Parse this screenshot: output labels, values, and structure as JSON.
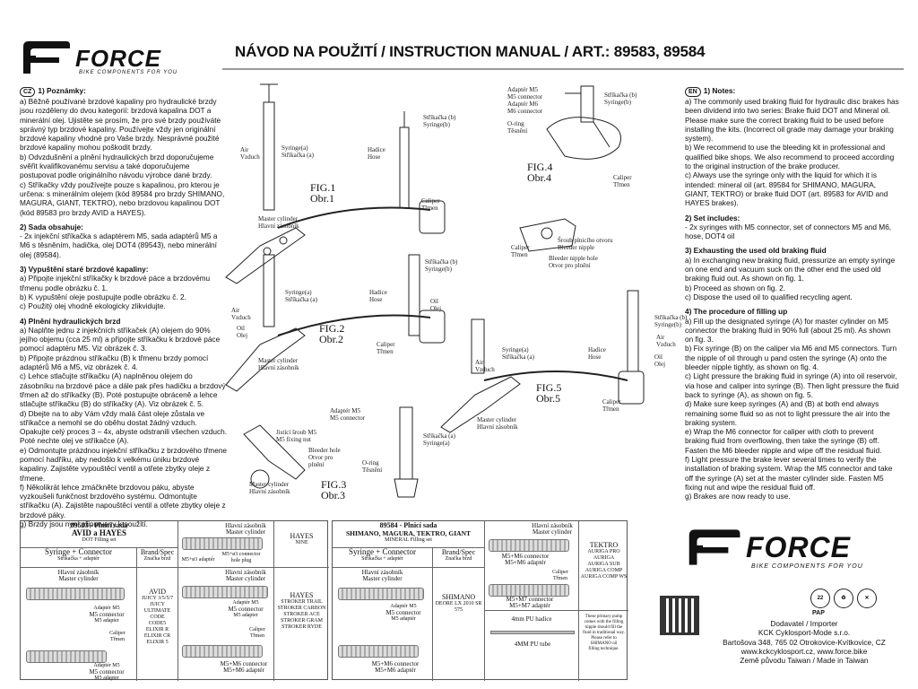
{
  "header": {
    "brand": "FORCE",
    "tagline": "BIKE COMPONENTS FOR YOU",
    "title": "NÁVOD NA POUŽITÍ / INSTRUCTION MANUAL / ART.: 89583, 89584"
  },
  "cz": {
    "lang": "CZ",
    "notes_title": "1) Poznámky:",
    "notes": [
      "a) Běžně používané brzdové kapaliny pro hydraulické brzdy jsou rozděleny do dvou kategorií: brzdová kapalina DOT a minerální olej. Ujistěte se prosím, že pro své brzdy používáte správný typ brzdové kapaliny. Používejte vždy jen originální brzdové kapaliny vhodné pro Vaše brzdy. Nesprávné použité brzdové kapaliny mohou poškodit brzdy.",
      "b) Odvzdušnění a plnění hydraulických brzd doporučujeme svěřit kvalifikovanému servisu a také doporučujeme postupovat podle originálního návodu výrobce dané brzdy.",
      "c) Stříkačky vždy používejte pouze s kapalinou, pro kterou je určena: s minerálním olejem (kód 89584 pro brzdy SHIMANO, MAGURA, GIANT, TEKTRO), nebo brzdovou kapalinou DOT (kód 89583 pro brzdy AVID a HAYES)."
    ],
    "set_title": "2) Sada obsahuje:",
    "set": [
      "- 2x injekční stříkačka s adaptérem M5, sada adaptérů M5 a M6 s těsněním, hadička, olej DOT4 (89543), nebo minerální olej (89584)."
    ],
    "drain_title": "3) Vypuštění staré brzdové kapaliny:",
    "drain": [
      "a) Připojte injekční stříkačky k brzdové páce a brzdovému třmenu podle obrázku č. 1.",
      "b) K vypuštění oleje postupujte podle obrázku č. 2.",
      "c) Použitý olej vhodně ekologicky zlikvidujte."
    ],
    "fill_title": "4) Plnění hydraulických brzd",
    "fill": [
      "a) Naplňte jednu z injekčních stříkaček (A) olejem do 90% jejího objemu (cca 25 ml) a připojte stříkačku k brzdové páce pomocí adaptéru M5. Viz obrázek č. 3.",
      "b) Připojte prázdnou stříkačku (B) k třmenu brzdy pomocí adaptérů M6 a M5, viz obrázek č. 4.",
      "c) Lehce stlačujte stříkačku (A) naplněnou olejem do zásobníku na brzdové páce a dále pak přes hadičku a brzdový třmen až do stříkačky (B). Poté postupujte obráceně a lehce stlačujte stříkačku (B) do stříkačky (A). Viz obrázek č. 5.",
      "d) Dbejte na to aby Vám vždy malá část oleje zůstala ve stříkačce a nemohl se do oběhu dostat žádný vzduch. Opakujte celý proces 3 – 4x, abyste odstranili všechen vzduch. Poté nechte olej ve stříkačce (A).",
      "e) Odmontujte prázdnou injekční stříkačku z brzdového třmene pomocí hadříku, aby nedošlo k velkému úniku brzdové kapaliny. Zajistěte vypouštěcí ventil a otřete zbytky oleje z třmene.",
      "f) Několikrát lehce zmáčkněte brzdovou páku, abyste vyzkoušeli funkčnost brzdového systému. Odmontujte stříkačku (A). Zajistěte napouštěcí ventil a otřete zbytky oleje z brzdové páky.",
      "g) Brzdy jsou nyní připraveny k použití."
    ]
  },
  "en": {
    "lang": "EN",
    "notes_title": "1) Notes:",
    "notes": [
      "a) The commonly used braking fluid for hydraulic disc brakes has been dividend into two series: Brake fluid DOT and Mineral oil. Please make sure the correct braking fluid to be used before installing the kits. (Incorrect oil grade may damage your braking system).",
      "b) We recommend to use the bleeding kit in professional and qualified bike shops. We also recommend to proceed according to the original instruction of the brake producer.",
      "c) Always use the syringe only with the liquid for which it is intended: mineral oil (art. 89584 for SHIMANO, MAGURA, GIANT, TEKTRO) or brake fluid DOT (art. 89583 for AVID and HAYES brakes)."
    ],
    "set_title": "2) Set includes:",
    "set": [
      "- 2x syringes with M5 connector, set of connectors M5 and M6, hose, DOT4 oil"
    ],
    "drain_title": "3) Exhausting the used old braking fluid",
    "drain": [
      "a) In exchanging new braking fluid, pressurize an empty syringe on one end and vacuum suck on the other end the used old braking fluid out. As shown on fig. 1.",
      "b) Proceed as shown on fig. 2.",
      "c) Dispose the used oil to qualified recycling agent."
    ],
    "fill_title": "4) The procedure of filling up",
    "fill": [
      "a) Fill up the designated syringe (A) for master cylinder on M5 connector the braking fluid in 90% full (about 25 ml). As shown on fig. 3.",
      "b) Fix syringe (B) on the caliper via M6 and M5 connectors. Turn the nipple of oil through u pand osten the syringe (A) onto the bleeder nipple tightly, as shown on fig. 4.",
      "c) Light pressure the braking fluid in syringe (A) into oil reservoir, via hose and caliper into syringe (B). Then light pressure the fluid back to syringe (A), as shown on fig. 5.",
      "d) Make sure keep syringes (A) and (B) at both end always remaining some fluid so as not to light pressure the air into the braking system.",
      "e) Wrap the M6 connector for caliper with cloth to prevent braking fluid from overflowing, then take the syringe (B) off. Fasten the M6 bleeder nipple and wipe off the residual fluid.",
      "f) Light pressure the brake lever several times to verify the installation of braking system. Wrap the M5 connector and take off the syringe (A) set at the master cylinder side. Fasten M5 fixing nut and wipe the residual fluid off.",
      "g) Brakes are now ready to use."
    ]
  },
  "figures": {
    "fig1": "FIG.1",
    "fig1_cz": "Obr.1",
    "fig2": "FIG.2",
    "fig2_cz": "Obr.2",
    "fig3": "FIG.3",
    "fig3_cz": "Obr.3",
    "fig4": "FIG.4",
    "fig4_cz": "Obr.4",
    "fig5": "FIG.5",
    "fig5_cz": "Obr.5",
    "labels": {
      "air": "Air",
      "air_cz": "Vzduch",
      "syringe_a": "Syringe(a)",
      "syringe_a_cz": "Stříkačka (a)",
      "syringe_b_cz": "Stříkačka (b)",
      "syringe_b": "Syringe(b)",
      "hose_cz": "Hadice",
      "hose": "Hose",
      "caliper": "Caliper",
      "caliper_cz": "Třmen",
      "master": "Master cylinder",
      "master_cz": "Hlavní zásobník",
      "oil": "Oil",
      "oil_cz": "Olej",
      "adapter_m5_cz": "Adaptér M5",
      "m5_connector": "M5 connector",
      "adapter_m6_cz": "Adaptér M6",
      "m6_connector": "M6 connector",
      "oring": "O-ring",
      "oring_cz": "Těsnění",
      "screw_cz": "Šroub plnicího otvoru",
      "bleeder": "Bleeder nipple",
      "bleeder_hole": "Bleeder nipple hole",
      "otvor": "Otvor pro plnění",
      "jistici": "Jistící šroub M5",
      "m5_fixing": "M5 fixing nut",
      "bleeder_hole2": "Bleeder hole",
      "otvor2": "Otvor pro",
      "plneni": "plnění"
    }
  },
  "table1": {
    "code": "89583 - Plnicí sada",
    "brands": "AVID a HAYES",
    "en": "DOT Filling set",
    "col1": "Syringe + Connector",
    "col1_cz": "Stříkačka + adaptér",
    "col2": "Brand/Spec",
    "col2_cz": "Značka brzd",
    "master_cz": "Hlavní zásobník",
    "master": "Master cylinder",
    "adapter_m5_cz": "Adaptér M5",
    "m5_connector": "M5 connector",
    "m5_adapter": "M5 adapter",
    "caliper": "Caliper",
    "caliper_cz": "Třmen",
    "m5_m3": "M5+ø3 connector",
    "hole_plug": "hole plug",
    "m5_m3_adapter": "M5+ø3 adaptér",
    "avid": "AVID",
    "avid_models": [
      "JUICY 3/5/5/7",
      "JUICY ULTIMATE",
      "CODE",
      "CODE5",
      "ELIXIR R",
      "ELIXIR CR",
      "ELIXIR 5"
    ],
    "hayes": "HAYES",
    "hayes_models": [
      "NINE"
    ],
    "hayes2": "HAYES",
    "hayes2_models": [
      "STROKER TRAIL",
      "STROKER CARBON",
      "STROKER ACE",
      "STROKER GRAM",
      "STROKER RYDE"
    ],
    "m5_m6": "M5+M6 connector",
    "m5_m6_adapter": "M5+M6 adaptér"
  },
  "table2": {
    "code": "89584 - Plnicí sada",
    "brands": "SHIMANO, MAGURA, TEKTRO, GIANT",
    "en": "MINERAL Filling set",
    "col1": "Syringe + Connector",
    "col1_cz": "Stříkačka + adaptér",
    "col2": "Brand/Spec",
    "col2_cz": "Značka brzd",
    "master_cz": "Hlavní zásobník",
    "master": "Master cylinder",
    "adapter_m5_cz": "Adaptér M5",
    "m5_connector": "M5 connector",
    "m5_adapter": "M5 adaptér",
    "m5_m6": "M5+M6 connector",
    "m5_m6_adapter": "M5+M6 adaptér",
    "m5_m7": "M5+M7 connector",
    "m5_m7_adapter": "M5+M7 adaptér",
    "caliper": "Caliper",
    "caliper_cz": "Třmen",
    "shimano": "SHIMANO",
    "shimano_models": "DEORE LX 2010 SR 575",
    "tektro": "TEKTRO",
    "tektro_models": [
      "AURIGA PRO",
      "AURIGA",
      "AURIGA SUB",
      "AURIGA COMP",
      "AURIGA COMP WS"
    ],
    "hose": "4mm PU hadice",
    "hose_en": "4MM PU tube",
    "pump_note": [
      "These primary pump",
      "comes with the filling",
      "nipple should fill the",
      "fluid in traditional way.",
      "Please refer to",
      "SHIMANO oil",
      "filling technique."
    ]
  },
  "importer": {
    "brand": "FORCE",
    "tagline": "BIKE COMPONENTS FOR YOU",
    "pap": "PAP",
    "title": "Dodavatel / Importer",
    "company": "KCK Cyklosport-Mode s.r.o.",
    "address": "Bartošova 348, 765 02 Otrokovice-Kvítkovice, CZ",
    "web1": "www.kckcyklosport.cz, www.force.bike",
    "origin": "Země původu Taiwan / Made in Taiwan",
    "recycle_code": "22"
  }
}
